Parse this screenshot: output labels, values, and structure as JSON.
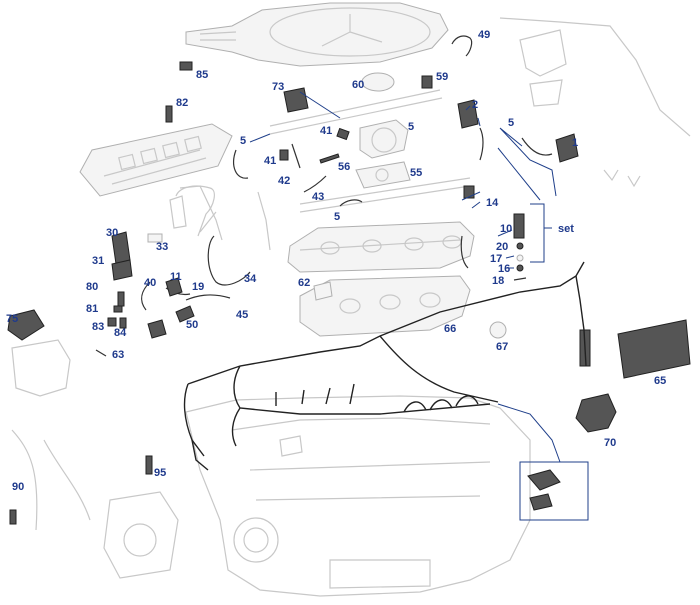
{
  "callouts": [
    {
      "id": "49",
      "text": "49"
    },
    {
      "id": "85",
      "text": "85"
    },
    {
      "id": "60",
      "text": "60"
    },
    {
      "id": "59",
      "text": "59"
    },
    {
      "id": "73",
      "text": "73"
    },
    {
      "id": "82",
      "text": "82"
    },
    {
      "id": "2",
      "text": "2"
    },
    {
      "id": "5a",
      "text": "5"
    },
    {
      "id": "5b",
      "text": "5"
    },
    {
      "id": "5c",
      "text": "5"
    },
    {
      "id": "5d",
      "text": "5"
    },
    {
      "id": "1",
      "text": "1"
    },
    {
      "id": "41a",
      "text": "41"
    },
    {
      "id": "41b",
      "text": "41"
    },
    {
      "id": "42",
      "text": "42"
    },
    {
      "id": "56",
      "text": "56"
    },
    {
      "id": "55",
      "text": "55"
    },
    {
      "id": "43",
      "text": "43"
    },
    {
      "id": "14",
      "text": "14"
    },
    {
      "id": "10",
      "text": "10"
    },
    {
      "id": "set",
      "text": "set"
    },
    {
      "id": "30",
      "text": "30"
    },
    {
      "id": "33",
      "text": "33"
    },
    {
      "id": "31",
      "text": "31"
    },
    {
      "id": "20",
      "text": "20"
    },
    {
      "id": "17",
      "text": "17"
    },
    {
      "id": "16",
      "text": "16"
    },
    {
      "id": "18",
      "text": "18"
    },
    {
      "id": "40",
      "text": "40"
    },
    {
      "id": "11",
      "text": "11"
    },
    {
      "id": "34",
      "text": "34"
    },
    {
      "id": "80",
      "text": "80"
    },
    {
      "id": "19",
      "text": "19"
    },
    {
      "id": "62",
      "text": "62"
    },
    {
      "id": "81",
      "text": "81"
    },
    {
      "id": "75",
      "text": "75"
    },
    {
      "id": "83",
      "text": "83"
    },
    {
      "id": "84",
      "text": "84"
    },
    {
      "id": "50",
      "text": "50"
    },
    {
      "id": "45",
      "text": "45"
    },
    {
      "id": "66",
      "text": "66"
    },
    {
      "id": "67",
      "text": "67"
    },
    {
      "id": "63",
      "text": "63"
    },
    {
      "id": "65",
      "text": "65"
    },
    {
      "id": "70",
      "text": "70"
    },
    {
      "id": "90",
      "text": "90"
    },
    {
      "id": "95",
      "text": "95"
    }
  ],
  "colors": {
    "callout": "#1f3a8c",
    "ghost_parts": "#c8c8c8",
    "dark_parts": "#333333",
    "wiring": "#222222"
  }
}
